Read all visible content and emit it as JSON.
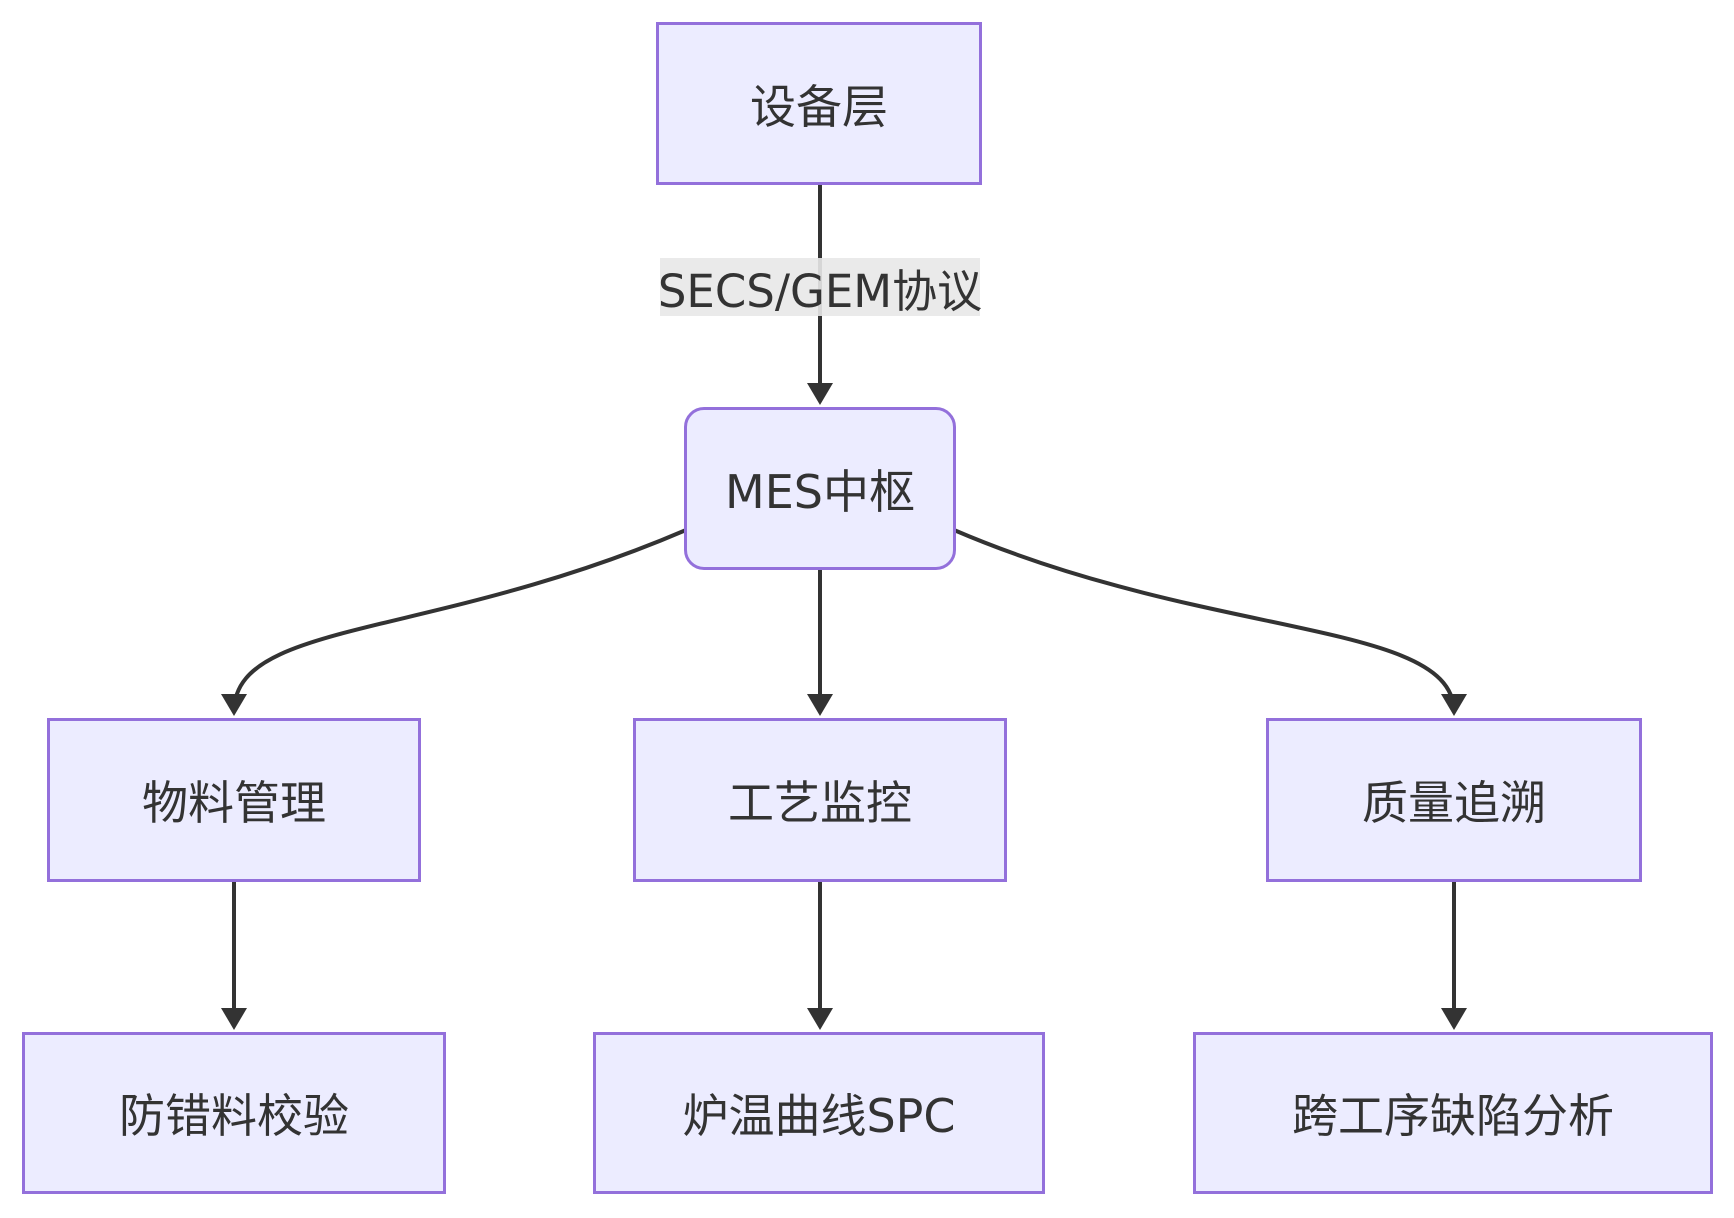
{
  "diagram": {
    "type": "flowchart-top-down",
    "colors": {
      "background": "#ffffff",
      "node_fill": "#ECECFF",
      "node_border": "#9370DB",
      "edge_line": "#333333",
      "text": "#333333",
      "edge_label_bg": "#e8e8e8"
    },
    "nodes": {
      "equipment": {
        "label": "设备层",
        "shape": "rect"
      },
      "mes": {
        "label": "MES中枢",
        "shape": "rounded"
      },
      "material": {
        "label": "物料管理",
        "shape": "rect"
      },
      "process": {
        "label": "工艺监控",
        "shape": "rect"
      },
      "quality": {
        "label": "质量追溯",
        "shape": "rect"
      },
      "error_proof": {
        "label": "防错料校验",
        "shape": "rect"
      },
      "spc": {
        "label": "炉温曲线SPC",
        "shape": "rect"
      },
      "defect": {
        "label": "跨工序缺陷分析",
        "shape": "rect"
      }
    },
    "edges": [
      {
        "from": "设备层",
        "to": "MES中枢",
        "label": "SECS/GEM协议"
      },
      {
        "from": "MES中枢",
        "to": "物料管理",
        "label": ""
      },
      {
        "from": "MES中枢",
        "to": "工艺监控",
        "label": ""
      },
      {
        "from": "MES中枢",
        "to": "质量追溯",
        "label": ""
      },
      {
        "from": "物料管理",
        "to": "防错料校验",
        "label": ""
      },
      {
        "from": "工艺监控",
        "to": "炉温曲线SPC",
        "label": ""
      },
      {
        "from": "质量追溯",
        "to": "跨工序缺陷分析",
        "label": ""
      }
    ]
  }
}
